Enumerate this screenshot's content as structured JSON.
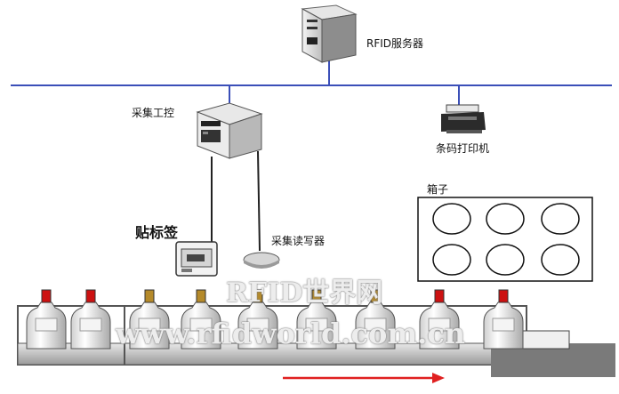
{
  "labels": {
    "server": "RFID服务器",
    "controller": "采集工控",
    "printer": "条码打印机",
    "tag_station": "贴标签",
    "reader": "采集读写器",
    "box": "箱子"
  },
  "watermark": {
    "title": "RFID世界网",
    "url": "www.rfidworld.com.cn"
  },
  "colors": {
    "network_line": "#3b4fb8",
    "arrow": "#e02020",
    "conveyor": "#555555",
    "bottle_cap": "#cc1111"
  },
  "icons": [
    "server-icon",
    "controller-icon",
    "printer-icon",
    "tag-printer-icon",
    "reader-antenna-icon"
  ]
}
